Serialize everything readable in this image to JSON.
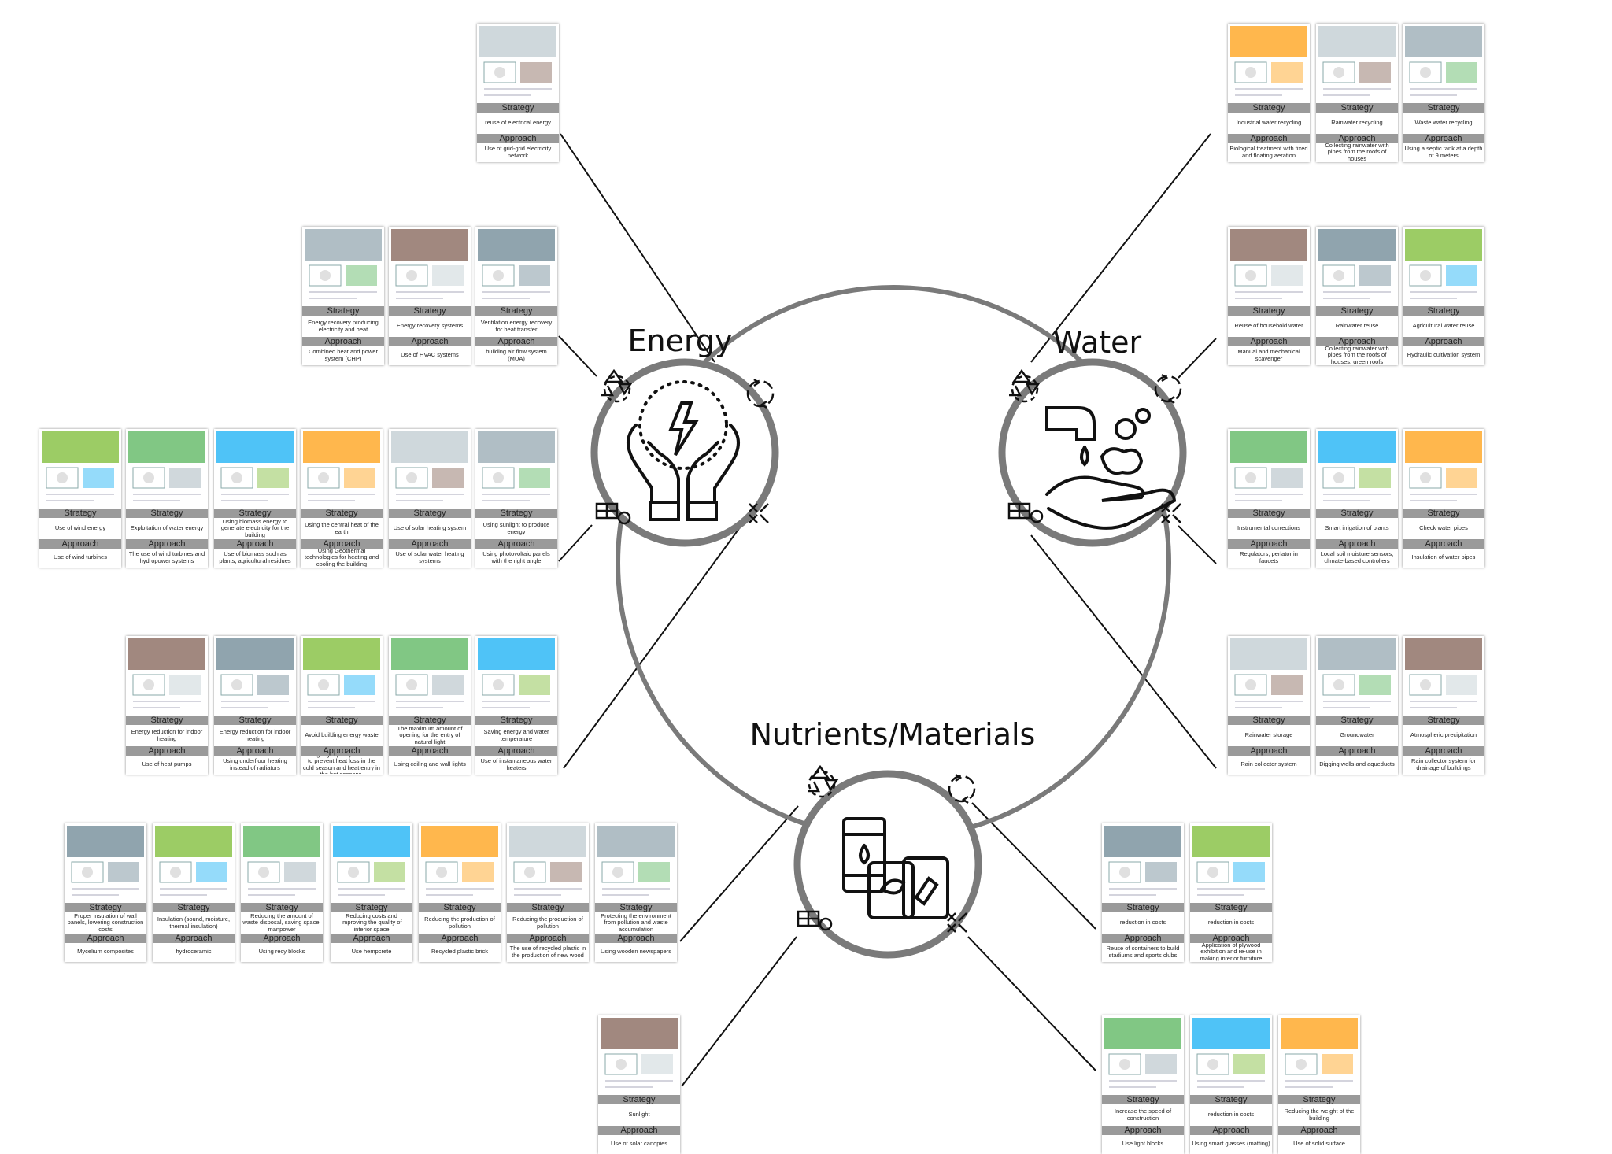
{
  "hubs": {
    "energy": "Energy",
    "water": "Water",
    "nutrients": "Nutrients/Materials"
  },
  "labels": {
    "strategy": "Strategy",
    "approach": "Approach"
  },
  "cards": [
    {
      "id": "e1",
      "strategy": "reuse of electrical energy",
      "approach": "Use of grid-grid electricity network"
    },
    {
      "id": "e2a",
      "strategy": "Energy recovery producing electricity and heat",
      "approach": "Combined heat and power system (CHP)"
    },
    {
      "id": "e2b",
      "strategy": "Energy recovery systems",
      "approach": "Use of HVAC systems"
    },
    {
      "id": "e2c",
      "strategy": "Ventilation energy recovery for heat transfer",
      "approach": "building air flow system (MUA)"
    },
    {
      "id": "e3a",
      "strategy": "Use of wind energy",
      "approach": "Use of wind turbines"
    },
    {
      "id": "e3b",
      "strategy": "Exploitation of water energy",
      "approach": "The use of wind turbines and hydropower systems"
    },
    {
      "id": "e3c",
      "strategy": "Using biomass energy to generate electricity for the building",
      "approach": "Use of biomass such as plants, agricultural residues"
    },
    {
      "id": "e3d",
      "strategy": "Using the central heat of the earth",
      "approach": "Using Geothermal technologies for heating and cooling the building"
    },
    {
      "id": "e3e",
      "strategy": "Use of solar heating system",
      "approach": "Use of solar water heating systems"
    },
    {
      "id": "e3f",
      "strategy": "Using sunlight to produce energy",
      "approach": "Using photovoltaic panels with the right angle"
    },
    {
      "id": "e4a",
      "strategy": "Energy reduction for indoor heating",
      "approach": "Use of heat pumps"
    },
    {
      "id": "e4b",
      "strategy": "Energy reduction for indoor heating",
      "approach": "Using underfloor heating instead of radiators"
    },
    {
      "id": "e4c",
      "strategy": "Avoid building energy waste",
      "approach": "Using high-quality insulation to prevent heat loss in the cold season and heat entry in the hot seasons."
    },
    {
      "id": "e4d",
      "strategy": "The maximum amount of opening for the entry of natural light",
      "approach": "Using ceiling and wall lights"
    },
    {
      "id": "e4e",
      "strategy": "Saving energy and water temperature",
      "approach": "Use of instantaneous water heaters"
    },
    {
      "id": "w1a",
      "strategy": "Industrial water recycling",
      "approach": "Biological treatment with fixed and floating aeration"
    },
    {
      "id": "w1b",
      "strategy": "Rainwater recycling",
      "approach": "Collecting rainwater with pipes from the roofs of houses"
    },
    {
      "id": "w1c",
      "strategy": "Waste water recycling",
      "approach": "Using a septic tank at a depth of 9 meters"
    },
    {
      "id": "w2a",
      "strategy": "Reuse of household water",
      "approach": "Manual and mechanical scavenger"
    },
    {
      "id": "w2b",
      "strategy": "Rainwater reuse",
      "approach": "Collecting rainwater with pipes from the roofs of houses, green roofs"
    },
    {
      "id": "w2c",
      "strategy": "Agricultural water reuse",
      "approach": "Hydraulic cultivation system"
    },
    {
      "id": "w3a",
      "strategy": "Instrumental corrections",
      "approach": "Regulators, perlator in faucets"
    },
    {
      "id": "w3b",
      "strategy": "Smart irrigation of plants",
      "approach": "Local soil moisture sensors, climate-based controllers"
    },
    {
      "id": "w3c",
      "strategy": "Check water pipes",
      "approach": "Insulation of water pipes"
    },
    {
      "id": "w4a",
      "strategy": "Rainwater storage",
      "approach": "Rain collector system"
    },
    {
      "id": "w4b",
      "strategy": "Groundwater",
      "approach": "Digging wells and aqueducts"
    },
    {
      "id": "w4c",
      "strategy": "Atmospheric precipitation",
      "approach": "Rain collector system for drainage of buildings"
    },
    {
      "id": "m1a",
      "strategy": "Proper insulation of wall panels, lowering construction costs",
      "approach": "Mycelium composites"
    },
    {
      "id": "m1b",
      "strategy": "Insulation (sound, moisture, thermal insulation)",
      "approach": "hydroceramic"
    },
    {
      "id": "m1c",
      "strategy": "Reducing the amount of waste disposal, saving space, manpower",
      "approach": "Using recy blocks"
    },
    {
      "id": "m1d",
      "strategy": "Reducing costs and improving the quality of interior space",
      "approach": "Use hempcrete"
    },
    {
      "id": "m1e",
      "strategy": "Reducing the production of pollution",
      "approach": "Recycled plastic brick"
    },
    {
      "id": "m1f",
      "strategy": "Reducing the production of pollution",
      "approach": "The use of recycled plastic in the production of new wood"
    },
    {
      "id": "m1g",
      "strategy": "Protecting the environment from pollution and waste accumulation",
      "approach": "Using wooden newspapers"
    },
    {
      "id": "m2",
      "strategy": "Sunlight",
      "approach": "Use of solar canopies"
    },
    {
      "id": "m3a",
      "strategy": "reduction in costs",
      "approach": "Reuse of containers to build stadiums and sports clubs"
    },
    {
      "id": "m3b",
      "strategy": "reduction in costs",
      "approach": "Application of plywood exhibition and re-use in making interior furniture"
    },
    {
      "id": "m4a",
      "strategy": "Increase the speed of construction",
      "approach": "Use light blocks"
    },
    {
      "id": "m4b",
      "strategy": "reduction in costs",
      "approach": "Using smart glasses (matting)"
    },
    {
      "id": "m4c",
      "strategy": "Reducing the weight of the building",
      "approach": "Use of solid surface"
    }
  ],
  "colors": {
    "ring": "#7a7a7a",
    "bar": "#9a9a9a",
    "line": "#111111"
  }
}
